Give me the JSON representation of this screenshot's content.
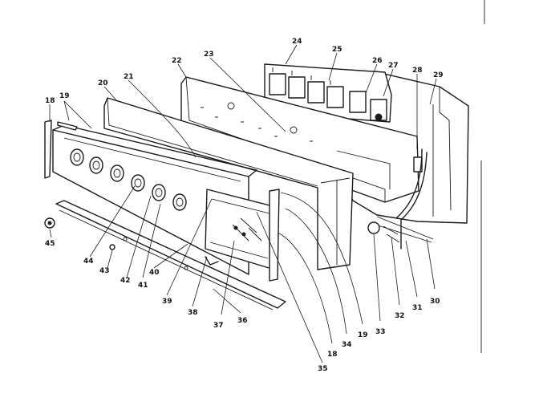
{
  "labels": [
    {
      "id": "p18a",
      "text": "18"
    },
    {
      "id": "p19a",
      "text": "19"
    },
    {
      "id": "p20",
      "text": "20"
    },
    {
      "id": "p21",
      "text": "21"
    },
    {
      "id": "p22",
      "text": "22"
    },
    {
      "id": "p23",
      "text": "23"
    },
    {
      "id": "p24",
      "text": "24"
    },
    {
      "id": "p25",
      "text": "25"
    },
    {
      "id": "p26",
      "text": "26"
    },
    {
      "id": "p27",
      "text": "27"
    },
    {
      "id": "p28",
      "text": "28"
    },
    {
      "id": "p29",
      "text": "29"
    },
    {
      "id": "p30",
      "text": "30"
    },
    {
      "id": "p31",
      "text": "31"
    },
    {
      "id": "p32",
      "text": "32"
    },
    {
      "id": "p33",
      "text": "33"
    },
    {
      "id": "p19b",
      "text": "19"
    },
    {
      "id": "p34",
      "text": "34"
    },
    {
      "id": "p18b",
      "text": "18"
    },
    {
      "id": "p35",
      "text": "35"
    },
    {
      "id": "p36",
      "text": "36"
    },
    {
      "id": "p37",
      "text": "37"
    },
    {
      "id": "p38",
      "text": "38"
    },
    {
      "id": "p39",
      "text": "39"
    },
    {
      "id": "p40",
      "text": "40"
    },
    {
      "id": "p41",
      "text": "41"
    },
    {
      "id": "p42",
      "text": "42"
    },
    {
      "id": "p43",
      "text": "43"
    },
    {
      "id": "p44",
      "text": "44"
    },
    {
      "id": "p45",
      "text": "45"
    }
  ]
}
